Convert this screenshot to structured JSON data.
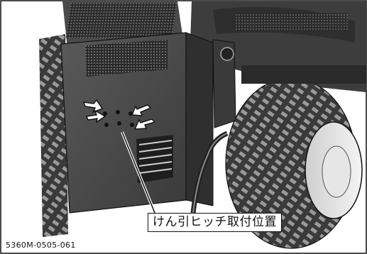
{
  "figure": {
    "callout_label": "けん引ヒッチ取付位置",
    "figure_code": "5360M-0505-061",
    "illustration": "tow-hitch-mounting-location-illustration"
  }
}
